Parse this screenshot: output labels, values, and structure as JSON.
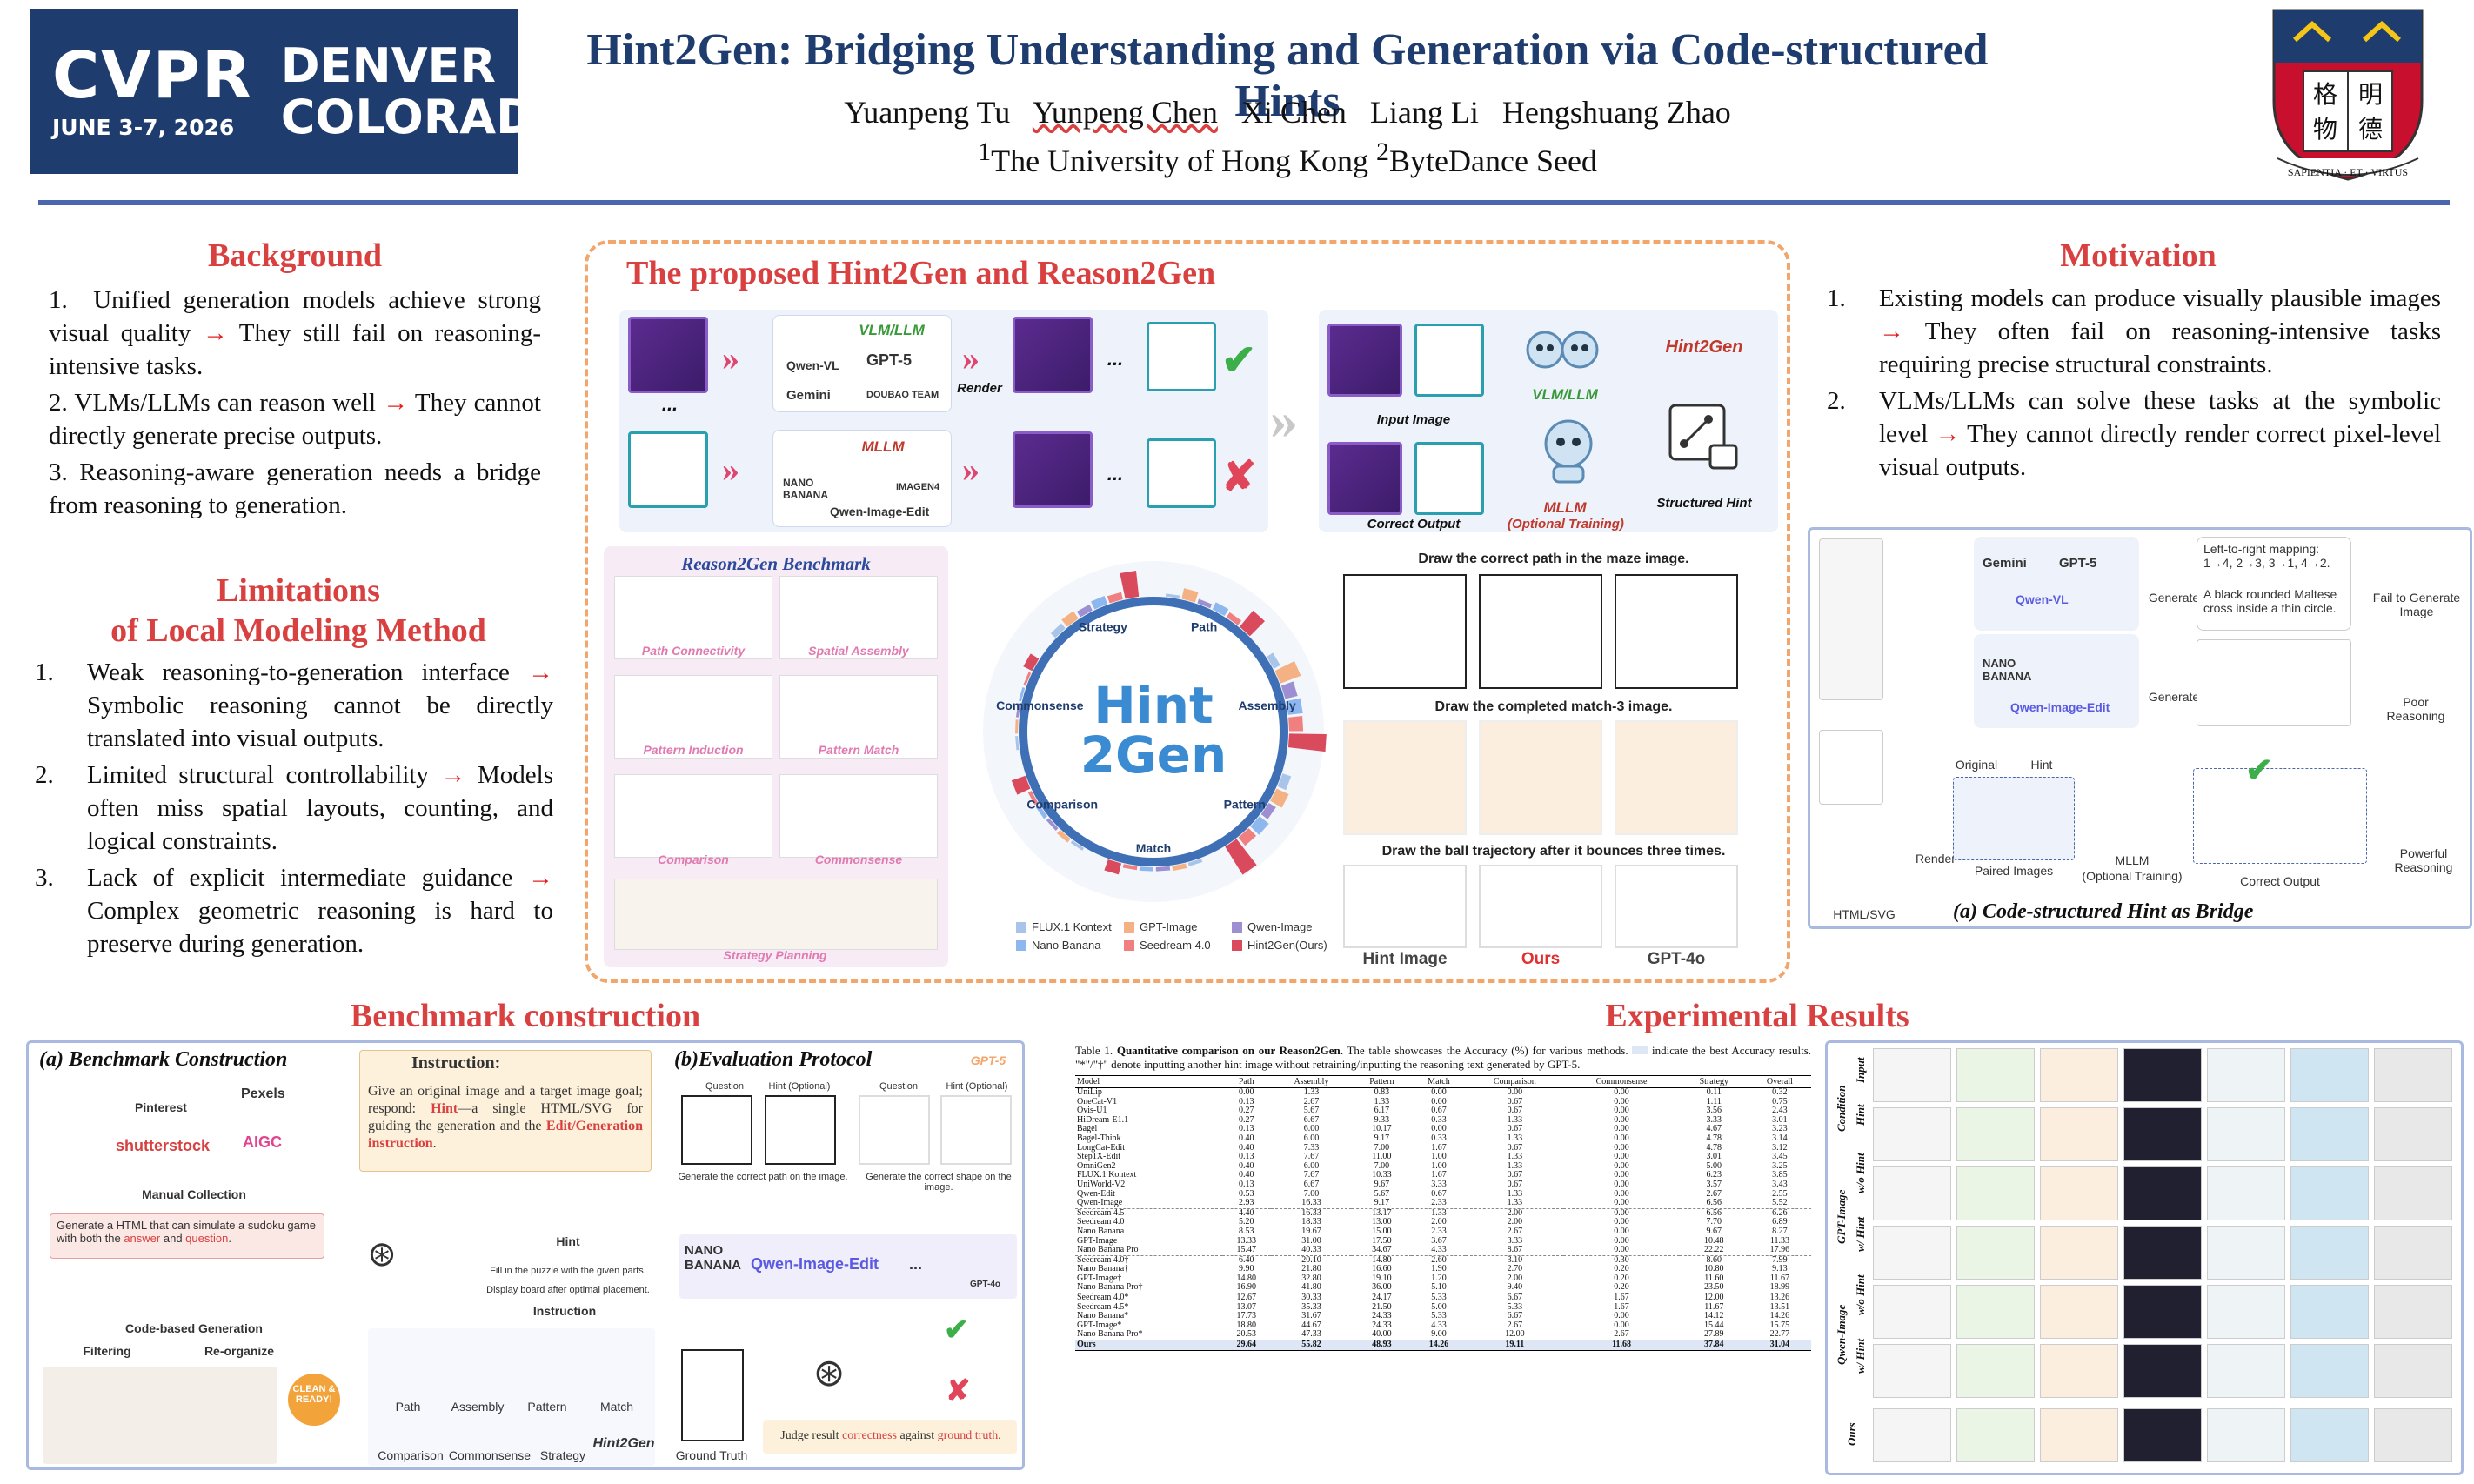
{
  "header": {
    "conference": {
      "name": "CVPR",
      "dates": "JUNE 3-7, 2026",
      "city_line1": "DENVER",
      "city_line2": "COLORADO"
    },
    "title": "Hint2Gen: Bridging Understanding and Generation via Code-structured Hints",
    "authors": [
      "Yuanpeng Tu",
      "Yunpeng Chen",
      "Xi Chen",
      "Liang Li",
      "Hengshuang Zhao"
    ],
    "affiliation": {
      "sup1": "1",
      "aff1": "The University of Hong Kong",
      "sup2": "2",
      "aff2": "ByteDance Seed"
    },
    "crest": {
      "chinese": [
        "格",
        "明",
        "物",
        "德"
      ],
      "motto": "SAPIENTIA · ET · VIRTUS"
    }
  },
  "background": {
    "title": "Background",
    "items": [
      {
        "num": "1.",
        "before": "Unified generation models achieve strong visual quality ",
        "arrow": "→",
        "after": " They still fail on reasoning-intensive tasks."
      },
      {
        "num": "2.",
        "before": "VLMs/LLMs can reason well ",
        "arrow": "→",
        "after": " They cannot directly generate precise outputs."
      },
      {
        "num": "3.",
        "before": "Reasoning-aware generation needs a bridge from  reasoning to generation.",
        "arrow": "",
        "after": ""
      }
    ]
  },
  "limitations": {
    "title_line1": "Limitations",
    "title_line2": "of Local Modeling  Method",
    "items": [
      {
        "num": "1.",
        "before": "Weak reasoning-to-generation interface ",
        "arrow": "→",
        "after": " Symbolic reasoning cannot be directly translated into visual outputs."
      },
      {
        "num": "2.",
        "before": "Limited structural controllability ",
        "arrow": "→",
        "after": " Models often miss spatial layouts, counting, and logical constraints."
      },
      {
        "num": "3.",
        "before": "Lack of explicit intermediate guidance ",
        "arrow": "→",
        "after": " Complex geometric reasoning is hard to preserve during generation."
      }
    ]
  },
  "motivation": {
    "title": "Motivation",
    "items": [
      {
        "num": "1.",
        "before": "Existing models can produce visually plausible images ",
        "arrow": "→",
        "after": " They often fail on reasoning-intensive tasks requiring precise structural constraints."
      },
      {
        "num": "2.",
        "before": "VLMs/LLMs can solve these tasks at the symbolic level ",
        "arrow": "→",
        "after": " They cannot directly render correct pixel-level visual outputs."
      }
    ],
    "figure": {
      "models_top": [
        "Gemini",
        "GPT-5",
        "Qwen-VL"
      ],
      "models_bottom": [
        "NANO BANANA",
        "Qwen-Image-Edit"
      ],
      "generate": "Generate",
      "mapping_text": "Left-to-right mapping: 1→4, 2→3, 3→1, 4→2.",
      "cross_text": "A black rounded Maltese cross inside a thin circle.",
      "fail_label": "Fail to Generate Image",
      "poor_label": "Poor Reasoning",
      "powerful_label": "Powerful Reasoning",
      "original": "Original",
      "hint": "Hint",
      "render": "Render",
      "html_svg": "HTML/SVG",
      "paired": "Paired Images",
      "mllm": "MLLM",
      "optional": "(Optional Training)",
      "correct_output": "Correct Output",
      "caption": "(a) Code-structured Hint as Bridge"
    }
  },
  "center": {
    "title": "The proposed Hint2Gen and Reason2Gen",
    "vlm_label": "VLM/LLM",
    "vlm_models": [
      "Qwen-VL",
      "GPT-5",
      "Gemini",
      "DOUBAO TEAM"
    ],
    "render": "Render",
    "mllm_label": "MLLM",
    "mllm_models": [
      "NANO BANANA",
      "IMAGEN4",
      "Qwen-Image-Edit"
    ],
    "hint2gen_label": "Hint2Gen",
    "input_image": "Input Image",
    "structured_hint": "Structured Hint",
    "correct_output": "Correct Output",
    "mllm_optional": "MLLM",
    "optional_training": "(Optional Training)",
    "ellipsis": "...",
    "benchmark_title": "Reason2Gen Benchmark",
    "categories": [
      "Path Connectivity",
      "Spatial Assembly",
      "Pattern Induction",
      "Pattern Match",
      "Comparison",
      "Commonsense",
      "Strategy Planning"
    ],
    "radial_logo": [
      "Hint",
      "2Gen"
    ],
    "radial_axes": [
      "Path",
      "Assembly",
      "Pattern",
      "Match",
      "Comparison",
      "Commonsense",
      "Strategy"
    ],
    "legend": [
      {
        "name": "FLUX.1 Kontext",
        "color": "#a8c4e8"
      },
      {
        "name": "GPT-Image",
        "color": "#f4b183"
      },
      {
        "name": "Qwen-Image",
        "color": "#9d8fd1"
      },
      {
        "name": "Nano Banana",
        "color": "#8fb7ef"
      },
      {
        "name": "Seedream 4.0",
        "color": "#f08080"
      },
      {
        "name": "Hint2Gen(Ours)",
        "color": "#d94b5c"
      }
    ],
    "task1": "Draw the correct path in the maze image.",
    "task2": "Draw the completed match-3 image.",
    "task3": "Draw the ball trajectory after it bounces three times.",
    "result_labels": [
      "Hint Image",
      "Ours",
      "GPT-4o"
    ]
  },
  "benchmark": {
    "title": "Benchmark construction",
    "fig_a": "(a) Benchmark Construction",
    "sources": [
      "Pinterest",
      "Pexels",
      "shutterstock",
      "AIGC"
    ],
    "manual": "Manual Collection",
    "prompt_text": {
      "before": "Generate a HTML that can simulate a sudoku game with both the ",
      "answer": "answer",
      "mid": " and ",
      "question": "question",
      "end": "."
    },
    "code_based": "Code-based Generation",
    "filtering": "Filtering",
    "reorganize": "Re-organize",
    "clean": "CLEAN & READY!",
    "instruction_title": "Instruction:",
    "instruction": {
      "before": "Give an original image and a target image goal; respond: ",
      "hint": "Hint",
      "mid": "—a single HTML/SVG for guiding the generation and the ",
      "edit": "Edit/Generation instruction",
      "end": "."
    },
    "hint_label": "Hint",
    "fill_text": "Fill in the puzzle with the given parts.",
    "display_text": "Display board after optimal placement.",
    "instruction_label": "Instruction",
    "categories": [
      "Path",
      "Assembly",
      "Pattern",
      "Match",
      "Comparison",
      "Commonsense",
      "Strategy"
    ],
    "hint2gen": "Hint2Gen",
    "fig_b": "(b)Evaluation Protocol",
    "gpt5": "GPT-5",
    "question": "Question",
    "hint_optional": "Hint (Optional)",
    "eval_caption1": "Generate the correct path on the image.",
    "eval_caption2": "Generate the correct shape on the image.",
    "eval_models": [
      "NANO BANANA",
      "Qwen-Image-Edit",
      "...",
      "GPT-4o"
    ],
    "ground_truth": "Ground Truth",
    "judge": {
      "before": "Judge result ",
      "correctness": "correctness",
      "mid": " against ",
      "gt": "ground truth",
      "end": "."
    }
  },
  "results": {
    "title": "Experimental Results",
    "caption": {
      "label": "Table 1.",
      "bold": "Quantitative comparison on our Reason2Gen.",
      "rest": " The table showcases the Accuracy (%) for various methods. ",
      "rest2": " indicate the best Accuracy results. \"*\"/\"†\" denote inputting another hint image without retraining/inputting the reasoning text generated by GPT-5."
    },
    "columns": [
      "Model",
      "Path",
      "Assembly",
      "Pattern",
      "Match",
      "Comparison",
      "Commonsense",
      "Strategy",
      "Overall"
    ],
    "groups": [
      [
        [
          "UniLip",
          "0.00",
          "1.33",
          "0.83",
          "0.00",
          "0.00",
          "0.00",
          "0.11",
          "0.32"
        ],
        [
          "OneCat-V1",
          "0.13",
          "2.67",
          "1.33",
          "0.00",
          "0.67",
          "0.00",
          "1.11",
          "0.75"
        ],
        [
          "Ovis-U1",
          "0.27",
          "5.67",
          "6.17",
          "0.67",
          "0.67",
          "0.00",
          "3.56",
          "2.43"
        ],
        [
          "HiDream-E1.1",
          "0.27",
          "6.67",
          "9.33",
          "0.33",
          "1.33",
          "0.00",
          "3.33",
          "3.01"
        ],
        [
          "Bagel",
          "0.13",
          "6.00",
          "10.17",
          "0.00",
          "0.67",
          "0.00",
          "4.67",
          "3.23"
        ],
        [
          "Bagel-Think",
          "0.40",
          "6.00",
          "9.17",
          "0.33",
          "1.33",
          "0.00",
          "4.78",
          "3.14"
        ],
        [
          "LongCat-Edit",
          "0.40",
          "7.33",
          "7.00",
          "1.67",
          "0.67",
          "0.00",
          "4.78",
          "3.12"
        ],
        [
          "Step1X-Edit",
          "0.13",
          "7.67",
          "11.00",
          "1.00",
          "1.33",
          "0.00",
          "3.01",
          "3.45"
        ],
        [
          "OmniGen2",
          "0.40",
          "6.00",
          "7.00",
          "1.00",
          "1.33",
          "0.00",
          "5.00",
          "3.25"
        ],
        [
          "FLUX.1 Kontext",
          "0.40",
          "7.67",
          "10.33",
          "1.67",
          "0.67",
          "0.00",
          "6.23",
          "3.85"
        ],
        [
          "UniWorld-V2",
          "0.13",
          "6.67",
          "9.67",
          "3.33",
          "0.67",
          "0.00",
          "3.57",
          "3.43"
        ],
        [
          "Qwen-Edit",
          "0.53",
          "7.00",
          "5.67",
          "0.67",
          "1.33",
          "0.00",
          "2.67",
          "2.55"
        ],
        [
          "Qwen-Image",
          "2.93",
          "16.33",
          "9.17",
          "2.33",
          "1.33",
          "0.00",
          "6.56",
          "5.52"
        ]
      ],
      [
        [
          "Seedream 4.5",
          "4.40",
          "16.33",
          "13.17",
          "1.33",
          "2.00",
          "0.00",
          "6.56",
          "6.26"
        ],
        [
          "Seedream 4.0",
          "5.20",
          "18.33",
          "13.00",
          "2.00",
          "2.00",
          "0.00",
          "7.70",
          "6.89"
        ],
        [
          "Nano Banana",
          "8.53",
          "19.67",
          "15.00",
          "2.33",
          "2.67",
          "0.00",
          "9.67",
          "8.27"
        ],
        [
          "GPT-Image",
          "13.33",
          "31.00",
          "17.50",
          "3.67",
          "3.33",
          "0.00",
          "10.48",
          "11.33"
        ],
        [
          "Nano Banana Pro",
          "15.47",
          "40.33",
          "34.67",
          "4.33",
          "8.67",
          "0.00",
          "22.22",
          "17.96"
        ]
      ],
      [
        [
          "Seedream 4.0†",
          "6.40",
          "20.10",
          "14.80",
          "2.60",
          "3.10",
          "0.30",
          "8.60",
          "7.99"
        ],
        [
          "Nano Banana†",
          "9.90",
          "21.80",
          "16.60",
          "1.90",
          "2.70",
          "0.20",
          "10.80",
          "9.13"
        ],
        [
          "GPT-Image†",
          "14.80",
          "32.80",
          "19.10",
          "1.20",
          "2.00",
          "0.20",
          "11.60",
          "11.67"
        ],
        [
          "Nano Banana Pro†",
          "16.90",
          "41.80",
          "36.00",
          "5.10",
          "9.40",
          "0.20",
          "23.50",
          "18.99"
        ]
      ],
      [
        [
          "Seedream 4.0*",
          "12.67",
          "30.33",
          "24.17",
          "5.33",
          "6.67",
          "1.67",
          "12.00",
          "13.26"
        ],
        [
          "Seedream 4.5*",
          "13.07",
          "35.33",
          "21.50",
          "5.00",
          "5.33",
          "1.67",
          "11.67",
          "13.51"
        ],
        [
          "Nano Banana*",
          "17.73",
          "31.67",
          "24.33",
          "5.33",
          "6.67",
          "0.00",
          "14.12",
          "14.26"
        ],
        [
          "GPT-Image*",
          "18.80",
          "44.67",
          "24.33",
          "4.33",
          "2.67",
          "0.00",
          "15.44",
          "15.75"
        ],
        [
          "Nano Banana Pro*",
          "20.53",
          "47.33",
          "40.00",
          "9.00",
          "12.00",
          "2.67",
          "27.89",
          "22.77"
        ]
      ]
    ],
    "ours": [
      "Ours",
      "29.64",
      "55.82",
      "48.93",
      "14.26",
      "19.11",
      "11.68",
      "37.84",
      "31.04"
    ],
    "grid_rows": [
      "Input",
      "Condition",
      "Hint",
      "w/o Hint",
      "GPT-Image",
      "w/ Hint",
      "w/o Hint",
      "Qwen-Image",
      "w/ Hint",
      "Ours"
    ]
  },
  "colors": {
    "navy": "#1f3c6e",
    "accent_red": "#d94040",
    "rule_blue": "#4a67ad",
    "panel_orange": "#f2a66b"
  }
}
